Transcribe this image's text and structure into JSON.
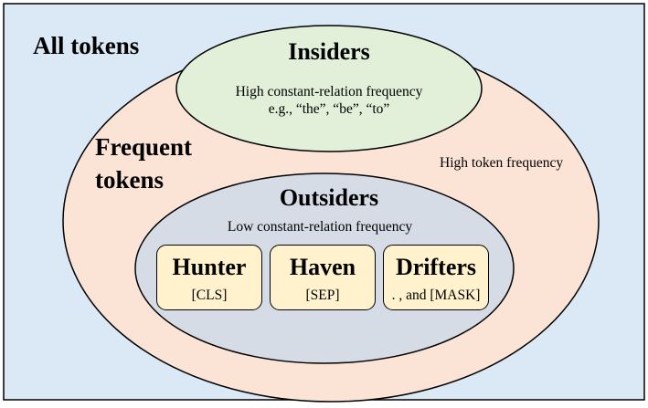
{
  "diagram": {
    "all_tokens": {
      "label": "All tokens"
    },
    "frequent_tokens": {
      "label_line1": "Frequent",
      "label_line2": "tokens",
      "annotation": "High token frequency"
    },
    "insiders": {
      "title": "Insiders",
      "description": "High constant-relation frequency",
      "examples": "e.g., “the”, “be”, “to”"
    },
    "outsiders": {
      "title": "Outsiders",
      "description": "Low constant-relation frequency",
      "groups": [
        {
          "title": "Hunter",
          "example": "[CLS]"
        },
        {
          "title": "Haven",
          "example": "[SEP]"
        },
        {
          "title": "Drifters",
          "example": ". , and [MASK]"
        }
      ]
    },
    "colors": {
      "all_tokens_fill": "#dbe8f5",
      "frequent_tokens_fill": "#fbe4d6",
      "insiders_fill": "#e2efd9",
      "outsiders_fill": "#d6dce5",
      "group_box_fill": "#fff2cc",
      "outline": "#000000"
    }
  }
}
